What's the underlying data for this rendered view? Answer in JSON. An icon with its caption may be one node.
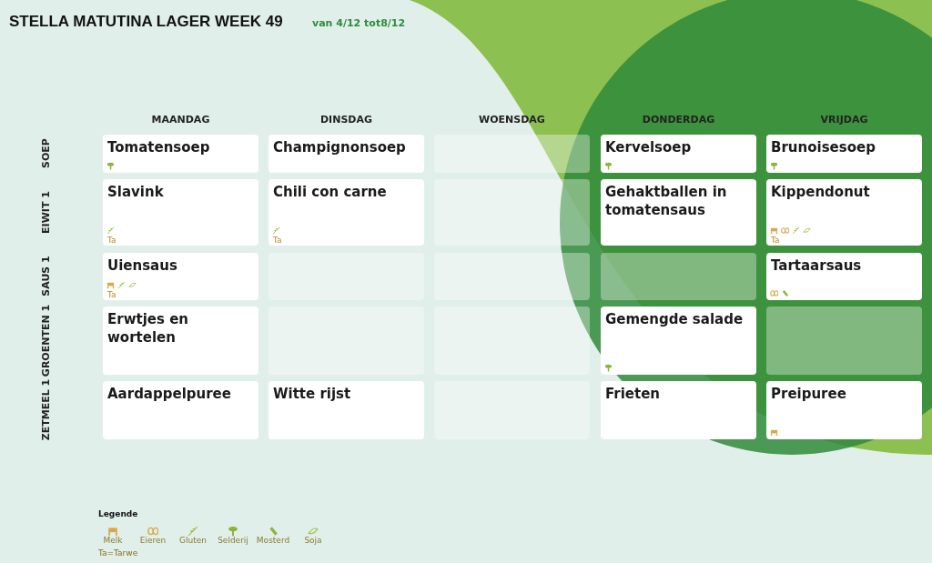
{
  "diagram": {
    "title": "STELLA MATUTINA LAGER WEEK 49",
    "nodes": [
      {
        "text": [
          "Tomatensoep"
        ]
      },
      {
        "text": [
          "Champignonsoep"
        ]
      },
      {
        "text": [],
        "shape": "box"
      },
      {
        "text": [
          "Kervelsoep"
        ]
      },
      {
        "text": [
          "Brunoisesoep"
        ]
      },
      {
        "text": [
          "Slavink",
          "Ta"
        ]
      },
      {
        "text": [
          "Chili con carne",
          "Ta"
        ]
      },
      {
        "text": [],
        "shape": "box"
      },
      {
        "text": [
          "Gehaktballen in tomatensaus"
        ]
      },
      {
        "text": [
          "Kippendonut",
          "Ta"
        ]
      },
      {
        "text": [
          "Uiensaus",
          "Ta"
        ]
      },
      {
        "text": [],
        "shape": "box"
      },
      {
        "text": [],
        "shape": "box"
      },
      {
        "text": [],
        "shape": "box"
      },
      {
        "text": [
          "Tartaarsaus"
        ]
      },
      {
        "text": [
          "Erwtjes en wortelen"
        ]
      },
      {
        "text": [],
        "shape": "box"
      },
      {
        "text": [],
        "shape": "box"
      },
      {
        "text": [
          "Gemengde salade"
        ]
      },
      {
        "text": [],
        "shape": "box"
      },
      {
        "text": [
          "Aardappelpuree"
        ]
      },
      {
        "text": [
          "Witte rijst"
        ]
      },
      {
        "text": [],
        "shape": "box"
      },
      {
        "text": [
          "Frieten"
        ]
      },
      {
        "text": [
          "Preipuree"
        ]
      }
    ],
    "labels": [
      "van 4/12 tot8/12",
      "MAANDAG",
      "DINSDAG",
      "WOENSDAG",
      "DONDERDAG",
      "VRIJDAG",
      "SOEP",
      "EIWIT 1",
      "SAUS 1",
      "GROENTEN 1",
      "ZETMEEL 1",
      "Legende",
      "Ta=Tarwe"
    ],
    "legend": [
      {
        "text": "Melk"
      },
      {
        "text": "Eieren"
      },
      {
        "text": "Gluten"
      },
      {
        "text": "Selderij"
      },
      {
        "text": "Mosterd"
      },
      {
        "text": "Soja"
      }
    ]
  }
}
